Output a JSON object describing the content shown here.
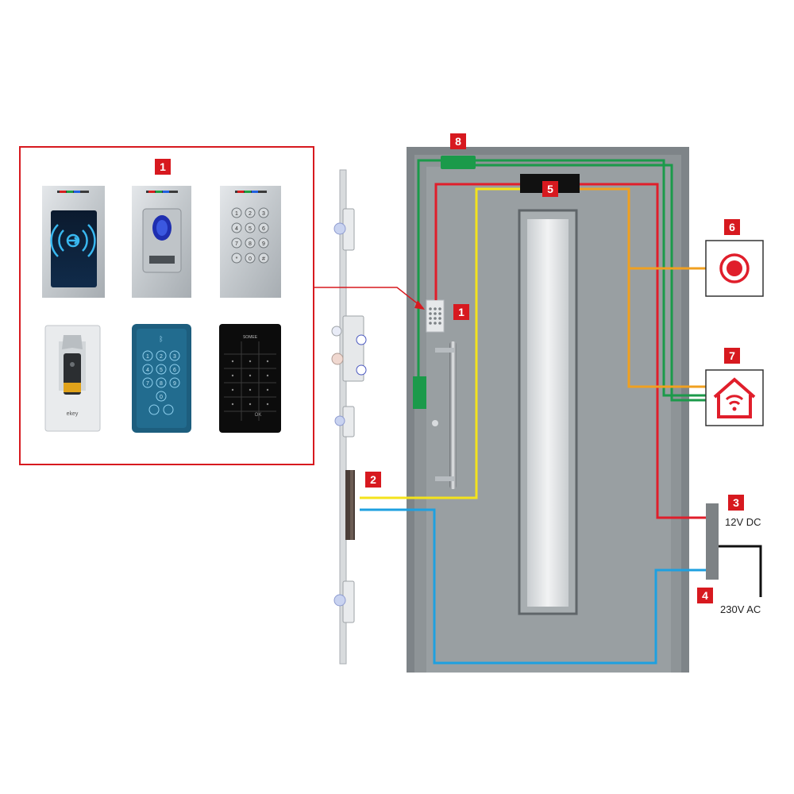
{
  "labels": {
    "badge_1_panel": "1",
    "badge_1_door": "1",
    "badge_2": "2",
    "badge_3": "3",
    "badge_4": "4",
    "badge_5": "5",
    "badge_6": "6",
    "badge_7": "7",
    "badge_8": "8",
    "voltage_dc": "12V DC",
    "voltage_ac": "230V AC",
    "device_brand": "ekey",
    "keypad_black_brand": "SOMEE",
    "keypad_black_ok": "OK"
  },
  "keypad_keys": [
    "1",
    "2",
    "3",
    "4",
    "5",
    "6",
    "7",
    "8",
    "9",
    "*",
    "0",
    "#"
  ],
  "bluetooth_keys": [
    "1",
    "2",
    "3",
    "4",
    "5",
    "6",
    "7",
    "8",
    "9",
    "0"
  ],
  "colors": {
    "accent_red": "#d7191f",
    "wire_red": "#e01e2b",
    "wire_yellow": "#f4e31c",
    "wire_orange": "#f0a020",
    "wire_green": "#1b9a4a",
    "wire_blue": "#1ea0e0",
    "wire_black": "#111111",
    "door_panel": "#8d9396",
    "door_frame": "#7b8185"
  },
  "icons": [
    "rfid-reader-icon",
    "fingerprint-reader-icon",
    "code-keypad-icon",
    "fingerprint-sensor-icon",
    "bluetooth-keypad-icon",
    "touch-keypad-icon",
    "push-button-icon",
    "smart-home-icon",
    "door-handle-icon",
    "lock-bolt-icon"
  ]
}
